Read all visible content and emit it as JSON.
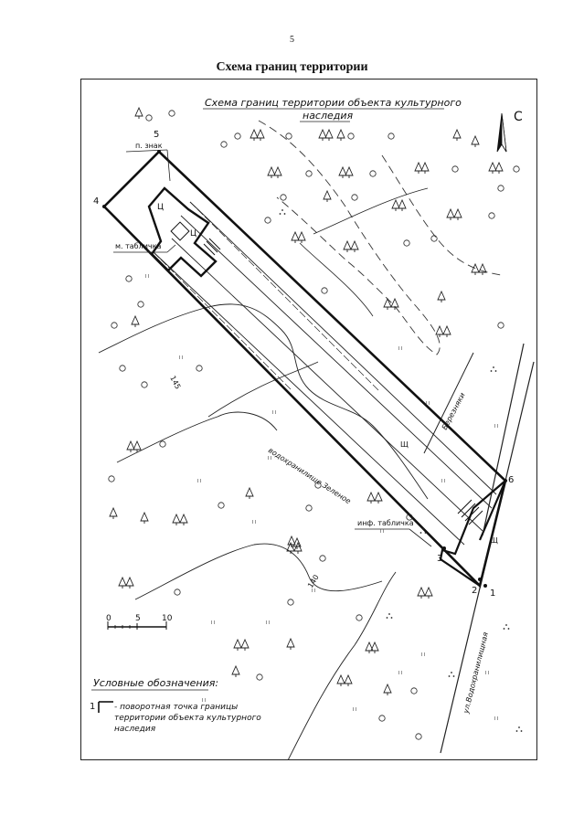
{
  "page": {
    "number": "5",
    "title": "Схема границ территории"
  },
  "map": {
    "title_line1": "Схема границ территории объекта культурного",
    "title_line2": "наследия",
    "north_label": "С",
    "labels": {
      "sign_small": "п. знак",
      "sign_memorial": "м. табличка",
      "sign_info": "инф. табличка",
      "street_birch": "Березняки",
      "reservoir": "водохранилище Зеленое",
      "street_reservoir": "ул.Водохранилищная",
      "shrine_1": "Ц",
      "shrine_2": "Ц",
      "shield_1": "Щ",
      "shield_2": "Щ",
      "contour_145": "145",
      "contour_140": "140"
    },
    "points": [
      {
        "id": "1"
      },
      {
        "id": "2"
      },
      {
        "id": "3"
      },
      {
        "id": "4"
      },
      {
        "id": "5"
      },
      {
        "id": "6"
      }
    ],
    "scale": {
      "min": "0",
      "mid": "5",
      "max": "10"
    },
    "legend": {
      "title": "Условные обозначения:",
      "item_number": "1",
      "item_text_1": "- поворотная точка границы",
      "item_text_2": "территории объекта культурного",
      "item_text_3": "наследия"
    }
  }
}
